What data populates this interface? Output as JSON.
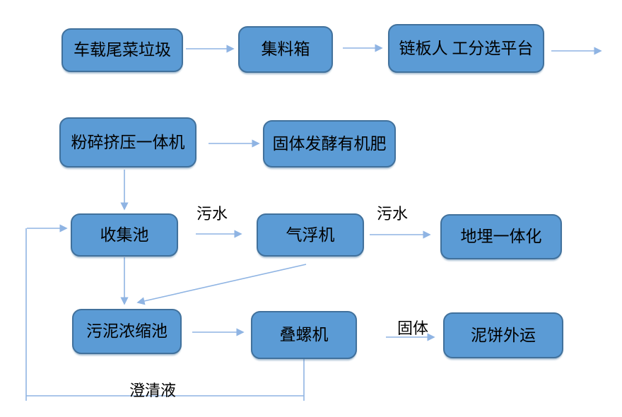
{
  "diagram": {
    "nodes": [
      {
        "id": "vehicle-tail-vegetable-waste",
        "label": "车载尾菜垃圾"
      },
      {
        "id": "collection-hopper",
        "label": "集料箱"
      },
      {
        "id": "chain-plate-manual-sorting-platform",
        "label": "链板人 工分选平台"
      },
      {
        "id": "crush-squeeze-machine",
        "label": "粉碎挤压一体机"
      },
      {
        "id": "solid-fermentation-organic-fertilizer",
        "label": "固体发酵有机肥"
      },
      {
        "id": "collection-pool",
        "label": "收集池"
      },
      {
        "id": "air-flotation-machine",
        "label": "气浮机"
      },
      {
        "id": "underground-integrated-unit",
        "label": "地埋一体化"
      },
      {
        "id": "sludge-thickening-pool",
        "label": "污泥浓缩池"
      },
      {
        "id": "stacked-screw-machine",
        "label": "叠螺机"
      },
      {
        "id": "mud-cake-outbound",
        "label": "泥饼外运"
      }
    ],
    "edge_labels": [
      {
        "id": "sewage-1",
        "text": "污水"
      },
      {
        "id": "sewage-2",
        "text": "污水"
      },
      {
        "id": "solid",
        "text": "固体"
      },
      {
        "id": "clarified-liquid",
        "text": "澄清液"
      }
    ],
    "edges": [
      {
        "from": "vehicle-tail-vegetable-waste",
        "to": "collection-hopper"
      },
      {
        "from": "collection-hopper",
        "to": "chain-plate-manual-sorting-platform"
      },
      {
        "from": "chain-plate-manual-sorting-platform",
        "to": "off-canvas-right"
      },
      {
        "from": "crush-squeeze-machine",
        "to": "solid-fermentation-organic-fertilizer"
      },
      {
        "from": "crush-squeeze-machine",
        "to": "collection-pool"
      },
      {
        "from": "collection-pool",
        "to": "air-flotation-machine",
        "label": "污水"
      },
      {
        "from": "air-flotation-machine",
        "to": "underground-integrated-unit",
        "label": "污水"
      },
      {
        "from": "collection-pool",
        "to": "sludge-thickening-pool"
      },
      {
        "from": "air-flotation-machine",
        "to": "sludge-thickening-pool"
      },
      {
        "from": "sludge-thickening-pool",
        "to": "stacked-screw-machine"
      },
      {
        "from": "stacked-screw-machine",
        "to": "mud-cake-outbound",
        "label": "固体"
      },
      {
        "from": "stacked-screw-machine",
        "to": "collection-pool",
        "label": "澄清液"
      }
    ],
    "colors": {
      "node_fill": "#5B9BD5",
      "node_border": "#41719C",
      "connector": "#8FB4E3",
      "text": "#000000",
      "background": "#FFFFFF"
    }
  }
}
